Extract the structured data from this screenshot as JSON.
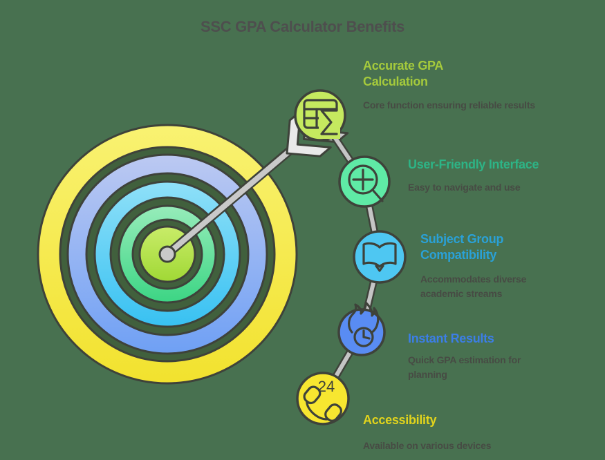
{
  "title": "SSC GPA Calculator Benefits",
  "style": {
    "background": "#487150",
    "outline": "#3e423a",
    "title_color": "#4e4e4e",
    "description_color": "#474b44",
    "connector": "#c5c5c5",
    "arrow": "#c9c9c9",
    "fletch_light": "#e9e9e9",
    "gap": "#41603d",
    "center_dot": "#c9c9c9"
  },
  "target": {
    "rings": [
      {
        "name": "outer-yellow-ring",
        "top": "#f9f272",
        "bottom": "#f2e22e"
      },
      {
        "name": "periwinkle-ring",
        "top": "#bcc9f2",
        "bottom": "#6fa0f4"
      },
      {
        "name": "cyan-ring",
        "top": "#8fe0f8",
        "bottom": "#38c1f2"
      },
      {
        "name": "green-ring",
        "top": "#97ecba",
        "bottom": "#3cd584"
      },
      {
        "name": "bullseye-center",
        "top": "#c9ec69",
        "bottom": "#a0d835"
      }
    ]
  },
  "benefits": [
    {
      "heading": "Accurate GPA Calculation",
      "description": "Core function ensuring reliable results",
      "heading_color": "#a5ca3c",
      "circle_color": "#c5e95f",
      "icon": "spreadsheet-sigma"
    },
    {
      "heading": "User-Friendly Interface",
      "description": "Easy to navigate and use",
      "heading_color": "#2db486",
      "circle_color": "#5feaa6",
      "icon": "zoom-in"
    },
    {
      "heading": "Subject Group Compatibility",
      "description": "Accommodates diverse academic streams",
      "heading_color": "#2aa1d7",
      "circle_color": "#4ec7f2",
      "icon": "open-book"
    },
    {
      "heading": "Instant Results",
      "description": "Quick GPA estimation for planning",
      "heading_color": "#3c7ee6",
      "circle_color": "#598cf3",
      "icon": "flame-clock"
    },
    {
      "heading": "Accessibility",
      "description": "Available on various devices",
      "heading_color": "#e2d41c",
      "circle_color": "#f7e630",
      "icon": "phone-24",
      "icon_label": "24"
    }
  ]
}
